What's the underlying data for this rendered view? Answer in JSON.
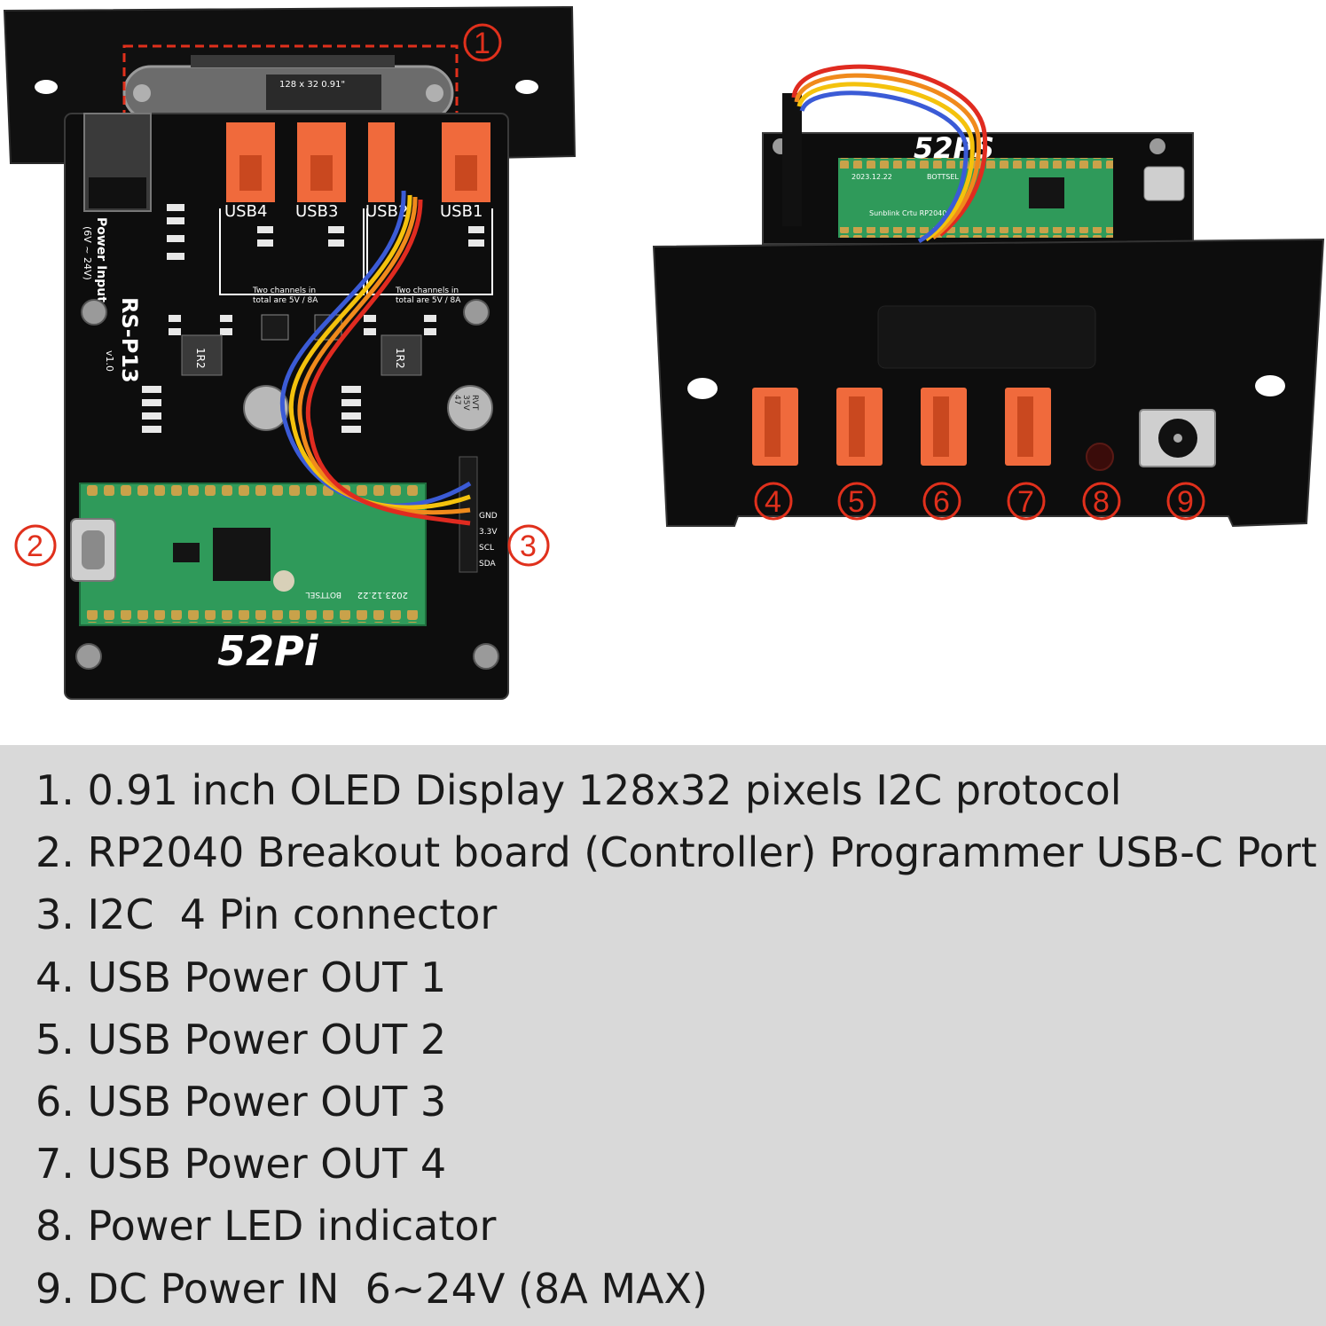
{
  "colors": {
    "callout_red": "#e0301c",
    "pcb_black": "#0d0d0d",
    "usb_orange": "#f06a3c",
    "pico_green": "#2f9a5a",
    "caption_bg": "#d9d9d9"
  },
  "left_board": {
    "usb_labels": [
      "USB4",
      "USB3",
      "USB2",
      "USB1"
    ],
    "power_input_label": "Power Input",
    "power_input_range": "(6V ~ 24V)",
    "model": "RS-P13",
    "version": "v1.0",
    "channel_note_line1": "Two channels in",
    "channel_note_line2": "total are  5V / 8A",
    "oled_text": "128 x 32 0.91\"",
    "inductor_label": "1R2",
    "cap_label_line1": "47",
    "cap_label_line2": "35V",
    "cap_label_line3": "RVT",
    "pico_date": "2023.12.22",
    "pico_silk": "BOTTSEL",
    "i2c_pins": [
      "GND",
      "3.3V",
      "SCL",
      "SDA"
    ],
    "brand": "52Pi"
  },
  "right_board": {
    "top_logo": "52PS",
    "pico_date": "2023.12.22",
    "pico_silk": "BOTTSEL",
    "pico_name": "Sunblink Crtu RP2040"
  },
  "callouts": {
    "c1": "1",
    "c2": "2",
    "c3": "3",
    "c4": "4",
    "c5": "5",
    "c6": "6",
    "c7": "7",
    "c8": "8",
    "c9": "9"
  },
  "captions": [
    "1. 0.91 inch OLED Display 128x32 pixels I2C protocol",
    "2. RP2040 Breakout board (Controller) Programmer USB-C Port",
    "3. I2C  4 Pin connector",
    "4. USB Power OUT 1",
    "5. USB Power OUT 2",
    "6. USB Power OUT 3",
    "7. USB Power OUT 4",
    "8. Power LED indicator",
    "9. DC Power IN  6~24V (8A MAX)"
  ]
}
